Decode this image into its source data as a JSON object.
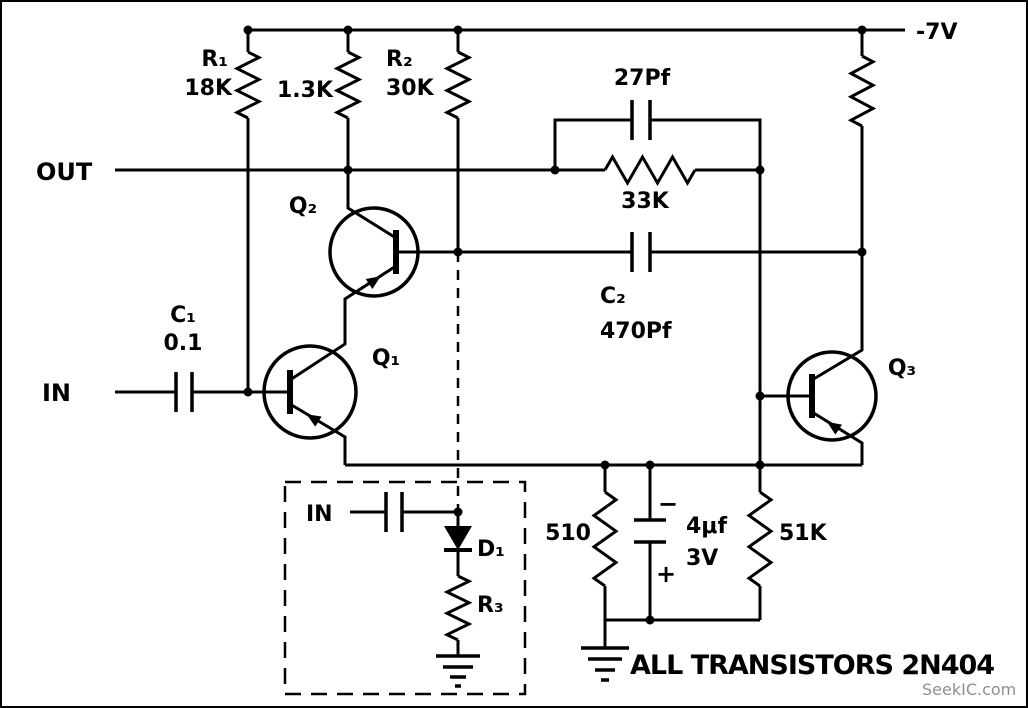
{
  "power": {
    "supply": "-7V"
  },
  "ports": {
    "out": "OUT",
    "in": "IN"
  },
  "amplifier": {
    "r1": {
      "name": "R₁",
      "value": "18K"
    },
    "r_1k3": {
      "value": "1.3K"
    },
    "r2": {
      "name": "R₂",
      "value": "30K"
    },
    "feedback_cap": {
      "value": "27Pf"
    },
    "feedback_res": {
      "value": "33K"
    },
    "c1": {
      "name": "C₁",
      "value": "0.1"
    },
    "c2": {
      "name": "C₂",
      "value": "470Pf"
    },
    "q1": "Q₁",
    "q2": "Q₂",
    "q3": "Q₃",
    "r_510": "510",
    "bypass_cap": {
      "value": "4μf",
      "rating": "3V",
      "plus": "+",
      "minus": "−"
    },
    "r_51k": "51K"
  },
  "alt_input": {
    "in": "IN",
    "d1": "D₁",
    "r3": "R₃"
  },
  "note": "ALL TRANSISTORS 2N404",
  "watermark": "SeekIC.com",
  "colors": {
    "ink": "#000000",
    "background": "#ffffff",
    "watermark": "#8f8f8f"
  }
}
